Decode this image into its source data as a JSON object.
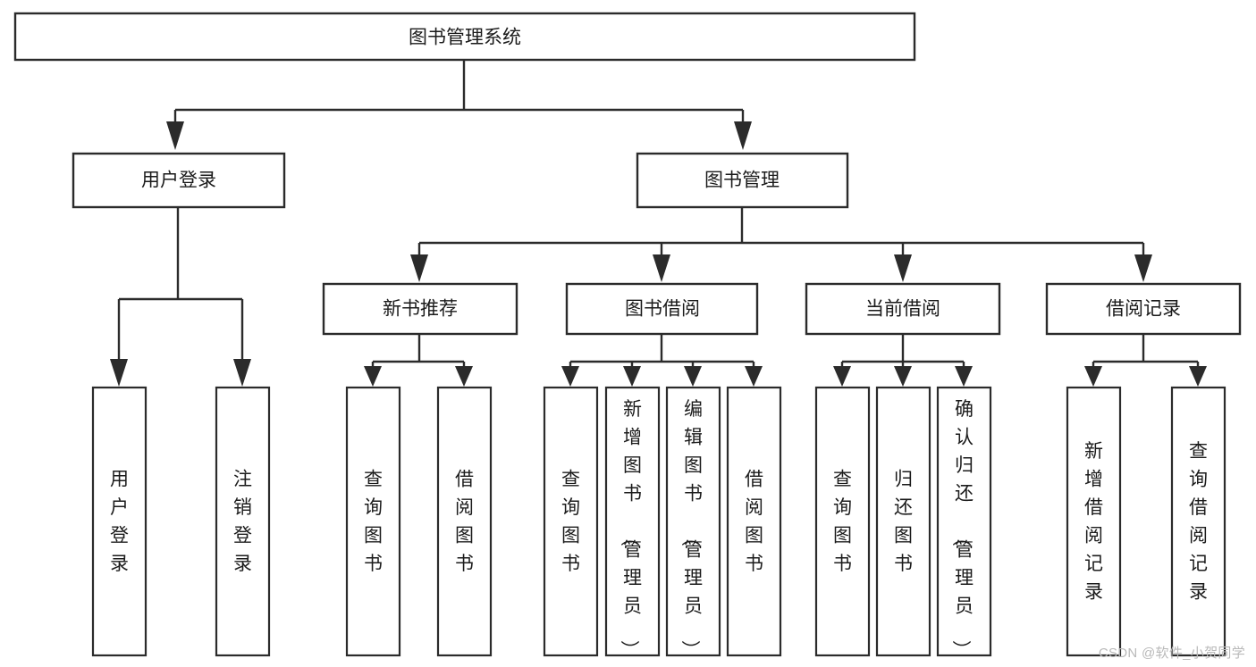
{
  "diagram": {
    "title": "图书管理系统",
    "type": "tree-hierarchy",
    "root": {
      "id": "root",
      "label": "图书管理系统"
    },
    "level2": [
      {
        "id": "user-login",
        "label": "用户登录"
      },
      {
        "id": "book-manage",
        "label": "图书管理"
      }
    ],
    "level3": [
      {
        "id": "new-book-rec",
        "label": "新书推荐",
        "parent": "book-manage"
      },
      {
        "id": "book-borrow",
        "label": "图书借阅",
        "parent": "book-manage"
      },
      {
        "id": "current-borrow",
        "label": "当前借阅",
        "parent": "book-manage"
      },
      {
        "id": "borrow-record",
        "label": "借阅记录",
        "parent": "book-manage"
      }
    ],
    "leaves": {
      "user_login": [
        {
          "id": "leaf-user-login",
          "label": "用户登录"
        },
        {
          "id": "leaf-logout",
          "label": "注销登录"
        }
      ],
      "new_book_rec": [
        {
          "id": "leaf-query-book-1",
          "label": "查询图书"
        },
        {
          "id": "leaf-borrow-book-1",
          "label": "借阅图书"
        }
      ],
      "book_borrow": [
        {
          "id": "leaf-query-book-2",
          "label": "查询图书"
        },
        {
          "id": "leaf-add-book",
          "label": "新增图书（管理员）"
        },
        {
          "id": "leaf-edit-book",
          "label": "编辑图书（管理员）"
        },
        {
          "id": "leaf-borrow-book-2",
          "label": "借阅图书"
        }
      ],
      "current_borrow": [
        {
          "id": "leaf-query-book-3",
          "label": "查询图书"
        },
        {
          "id": "leaf-return-book",
          "label": "归还图书"
        },
        {
          "id": "leaf-confirm-return",
          "label": "确认归还（管理员）"
        }
      ],
      "borrow_record": [
        {
          "id": "leaf-add-record",
          "label": "新增借阅记录"
        },
        {
          "id": "leaf-query-record",
          "label": "查询借阅记录"
        }
      ]
    }
  },
  "watermark": {
    "text": "CSDN @软件_小贺同学"
  },
  "colors": {
    "stroke": "#2b2b2b",
    "box_fill": "#ffffff",
    "text": "#1b1b1b",
    "background": "#ffffff",
    "watermark": "#b9b9b9"
  }
}
